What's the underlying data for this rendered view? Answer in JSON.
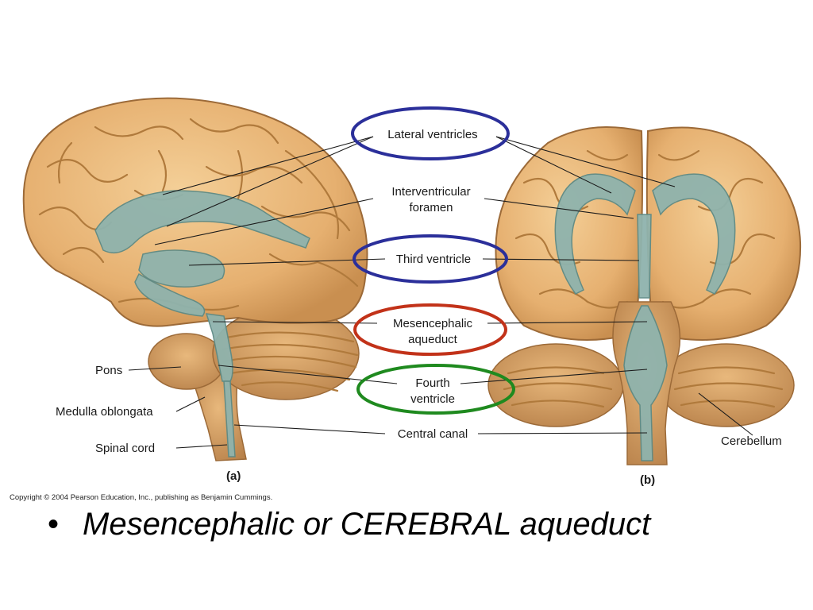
{
  "labels": {
    "lateral_ventricles": "Lateral ventricles",
    "interventricular_1": "Interventricular",
    "interventricular_2": "foramen",
    "third_ventricle": "Third ventricle",
    "mesencephalic_1": "Mesencephalic",
    "mesencephalic_2": "aqueduct",
    "fourth_1": "Fourth",
    "fourth_2": "ventricle",
    "central_canal": "Central canal",
    "pons": "Pons",
    "medulla": "Medulla oblongata",
    "spinal_cord": "Spinal cord",
    "cerebellum": "Cerebellum",
    "panel_a": "(a)",
    "panel_b": "(b)"
  },
  "copyright": "Copyright © 2004 Pearson Education, Inc., publishing as Benjamin Cummings.",
  "caption": {
    "bullet": "•",
    "text": "Mesencephalic or CEREBRAL aqueduct"
  },
  "colors": {
    "brain": "#e9b97a",
    "brain_shadow": "#c98f50",
    "ventricles": "#8fb3ad",
    "ring_blue": "#2b2f9a",
    "ring_red": "#c23219",
    "ring_green": "#1f8a1f"
  }
}
